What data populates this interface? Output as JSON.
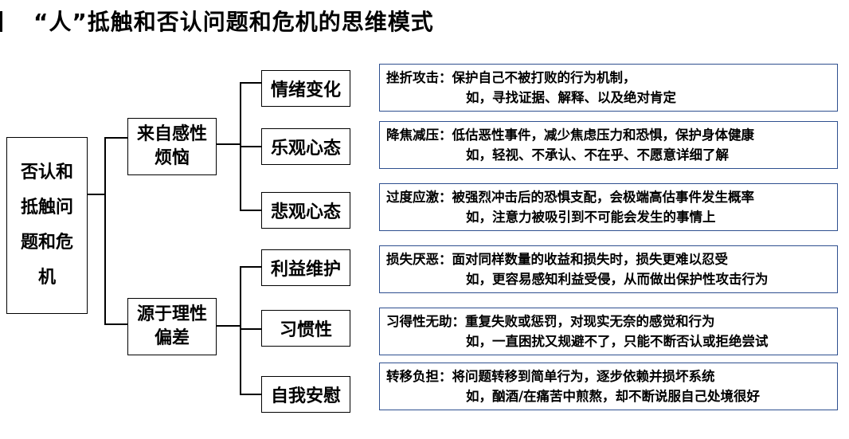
{
  "title": "“人”抵触和否认问题和危机的思维模式",
  "root": "否认和抵触问题和危机",
  "branches": [
    {
      "label": "来自感性烦恼",
      "children": [
        {
          "label": "情绪变化",
          "line1": "挫折攻击：保护自己不被打败的行为机制，",
          "line2": "如，寻找证据、解释、以及绝对肯定"
        },
        {
          "label": "乐观心态",
          "line1": "降焦减压：低估恶性事件，减少焦虑压力和恐惧，保护身体健康",
          "line2": "如，轻视、不承认、不在乎、不愿意详细了解"
        },
        {
          "label": "悲观心态",
          "line1": "过度应激：被强烈冲击后的恐惧支配，会极端高估事件发生概率",
          "line2": "如，注意力被吸引到不可能会发生的事情上"
        }
      ]
    },
    {
      "label": "源于理性偏差",
      "children": [
        {
          "label": "利益维护",
          "line1": "损失厌恶：面对同样数量的收益和损失时，损失更难以忍受",
          "line2": "如，更容易感知利益受侵，从而做出保护性攻击行为"
        },
        {
          "label": "习惯性",
          "line1": "习得性无助：重复失败或惩罚，对现实无奈的感觉和行为",
          "line2": "如，一直困扰又规避不了，只能不断否认或拒绝尝试"
        },
        {
          "label": "自我安慰",
          "line1": "转移负担：将问题转移到简单行为，逐步依赖并损坏系统",
          "line2": "如，酗酒/在痛苦中煎熬，却不断说服自己处境很好"
        }
      ]
    }
  ],
  "colors": {
    "desc_border": "#2e4f8f",
    "line": "#000000"
  }
}
